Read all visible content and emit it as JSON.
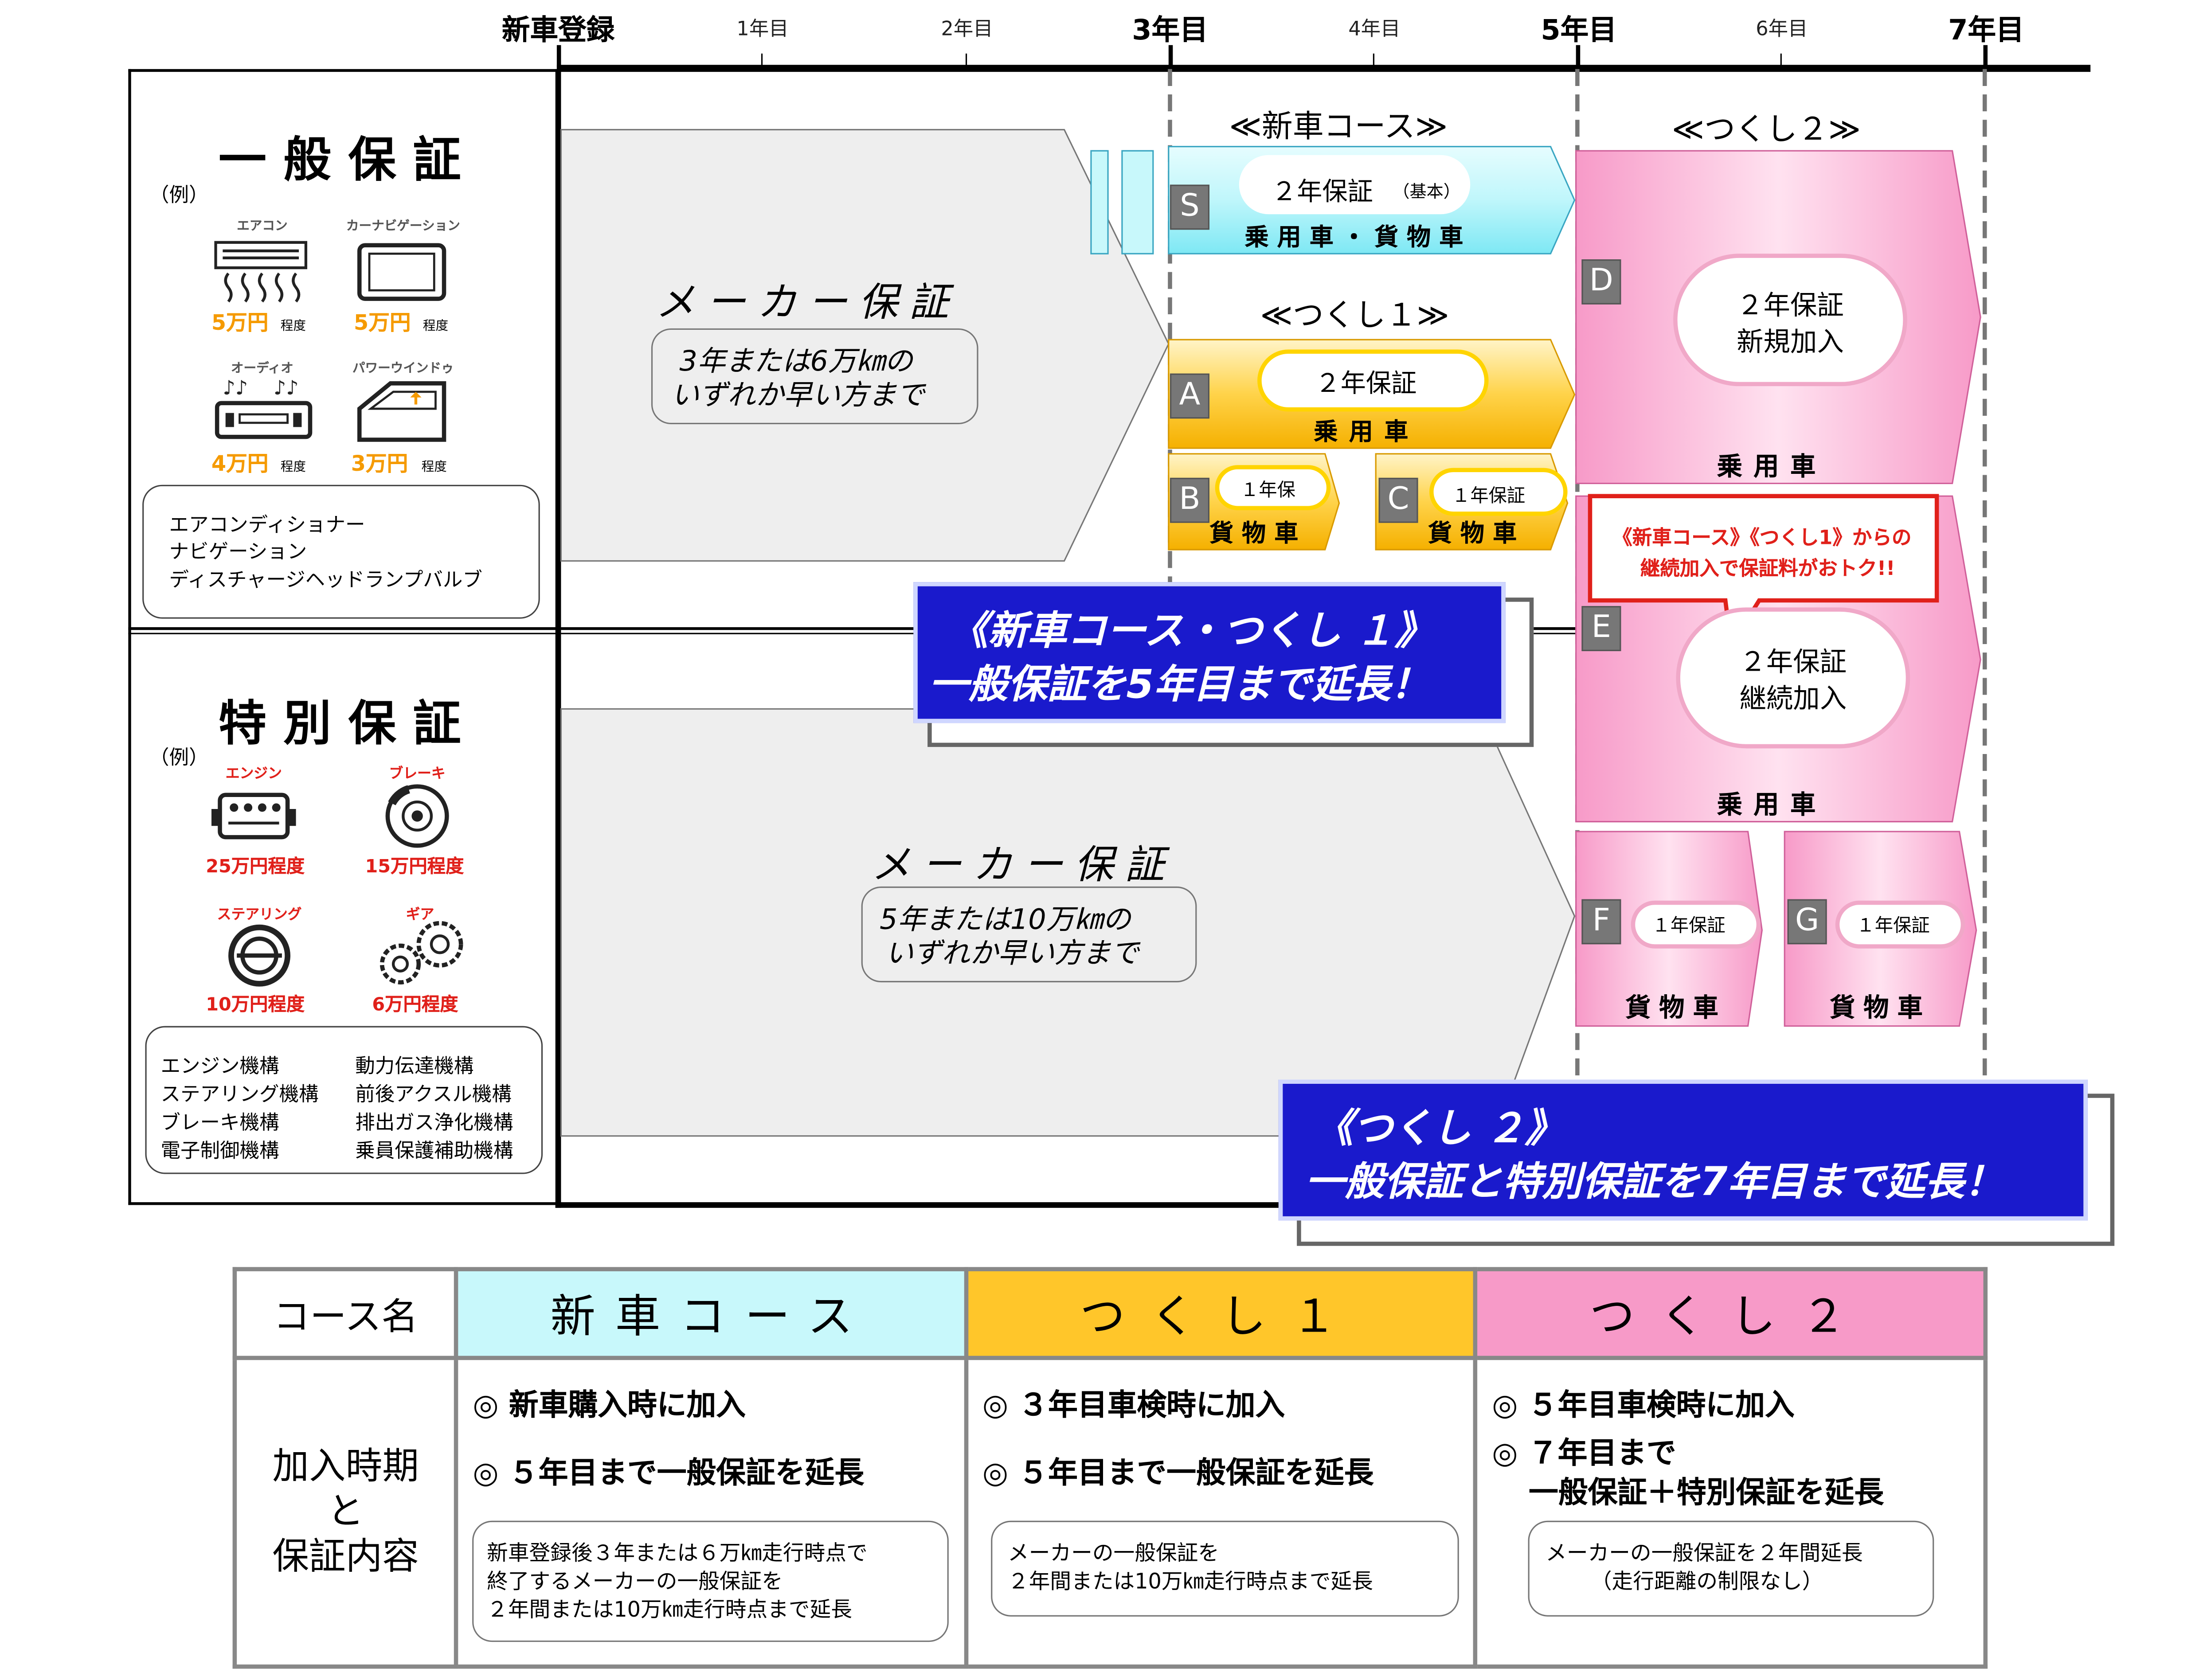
{
  "timeline": {
    "labels": [
      "新車登録",
      "1年目",
      "2年目",
      "3年目",
      "4年目",
      "5年目",
      "6年目",
      "7年目"
    ],
    "major": [
      true,
      false,
      false,
      true,
      false,
      true,
      false,
      true
    ]
  },
  "general": {
    "title": "一般保証",
    "example": "（例）",
    "items": [
      {
        "name": "エアコン",
        "icon": "air-conditioner-icon",
        "price": "5万円",
        "unit": "程度"
      },
      {
        "name": "カーナビゲーション",
        "icon": "car-navigation-icon",
        "price": "5万円",
        "unit": "程度"
      },
      {
        "name": "オーディオ",
        "icon": "audio-icon",
        "price": "4万円",
        "unit": "程度"
      },
      {
        "name": "パワーウインドゥ",
        "icon": "power-window-icon",
        "price": "3万円",
        "unit": "程度"
      }
    ],
    "parts": [
      "エアコンディショナー",
      "ナビゲーション",
      "ディスチャージヘッドランプバルブ"
    ]
  },
  "special": {
    "title": "特別保証",
    "example": "（例）",
    "items": [
      {
        "name": "エンジン",
        "icon": "engine-icon",
        "price": "25万円程度"
      },
      {
        "name": "ブレーキ",
        "icon": "brake-icon",
        "price": "15万円程度"
      },
      {
        "name": "ステアリング",
        "icon": "steering-icon",
        "price": "10万円程度"
      },
      {
        "name": "ギア",
        "icon": "gear-icon",
        "price": "6万円程度"
      }
    ],
    "parts_left": [
      "エンジン機構",
      "ステアリング機構",
      "ブレーキ機構",
      "電子制御機構"
    ],
    "parts_right": [
      "動力伝達機構",
      "前後アクスル機構",
      "排出ガス浄化機構",
      "乗員保護補助機構"
    ]
  },
  "maker": {
    "general_title": "メーカー保証",
    "general_note1": "3年または6万㎞の",
    "general_note2": "いずれか早い方まで",
    "special_title": "メーカー保証",
    "special_note1": "5年または10万㎞の",
    "special_note2": "いずれか早い方まで"
  },
  "courses": {
    "shinsha_header": "≪新車コース≫",
    "tsukushi1_header": "≪つくし１≫",
    "tsukushi2_header": "≪つくし２≫",
    "S": {
      "badge": "S",
      "plan": "２年保証",
      "plan_note": "（基本）",
      "vehicle": "乗用車・貨物車"
    },
    "A": {
      "badge": "A",
      "plan": "２年保証",
      "vehicle": "乗用車"
    },
    "B": {
      "badge": "B",
      "plan": "１年保",
      "vehicle": "貨物車"
    },
    "C": {
      "badge": "C",
      "plan": "１年保証",
      "vehicle": "貨物車"
    },
    "D": {
      "badge": "D",
      "plan1": "２年保証",
      "plan2": "新規加入",
      "vehicle": "乗用車"
    },
    "E": {
      "badge": "E",
      "plan1": "２年保証",
      "plan2": "継続加入",
      "vehicle": "乗用車"
    },
    "F": {
      "badge": "F",
      "plan": "１年保証",
      "vehicle": "貨物車"
    },
    "G": {
      "badge": "G",
      "plan": "１年保証",
      "vehicle": "貨物車"
    },
    "callout1": "《新車コース》《つくし1》からの",
    "callout2": "継続加入で保証料がおトク!!"
  },
  "promos": {
    "p1_line1": "《新車コース・つくし １》",
    "p1_line2": "一般保証を5年目まで延長！",
    "p2_line1": "《つくし ２》",
    "p2_line2": "一般保証と特別保証を7年目まで延長！"
  },
  "table": {
    "h_name": "コース名",
    "h_shinsha": "新車コース",
    "h_tsukushi1": "つくし１",
    "h_tsukushi2": "つくし２",
    "row_label1": "加入時期",
    "row_label2": "と",
    "row_label3": "保証内容",
    "shinsha": {
      "b1": "◎ 新車購入時に加入",
      "b2": "◎ ５年目まで一般保証を延長",
      "note1": "新車登録後３年または６万㎞走行時点で",
      "note2": "終了するメーカーの一般保証を",
      "note3": "２年間または10万㎞走行時点まで延長"
    },
    "tsukushi1": {
      "b1": "◎ ３年目車検時に加入",
      "b2": "◎ ５年目まで一般保証を延長",
      "note1": "メーカーの一般保証を",
      "note2": "２年間または10万㎞走行時点まで延長"
    },
    "tsukushi2": {
      "b1": "◎ ５年目車検時に加入",
      "b2": "◎ ７年目まで",
      "b3": "一般保証＋特別保証を延長",
      "note1": "メーカーの一般保証を２年間延長",
      "note2": "（走行距離の制限なし）"
    }
  },
  "colors": {
    "cyan": "#c8f8fb",
    "yellow": "#ffc62a",
    "pink": "#f79ac8",
    "orange_price": "#f59a00",
    "red_price": "#e0201a",
    "promo_blue": "#1a1acc"
  }
}
